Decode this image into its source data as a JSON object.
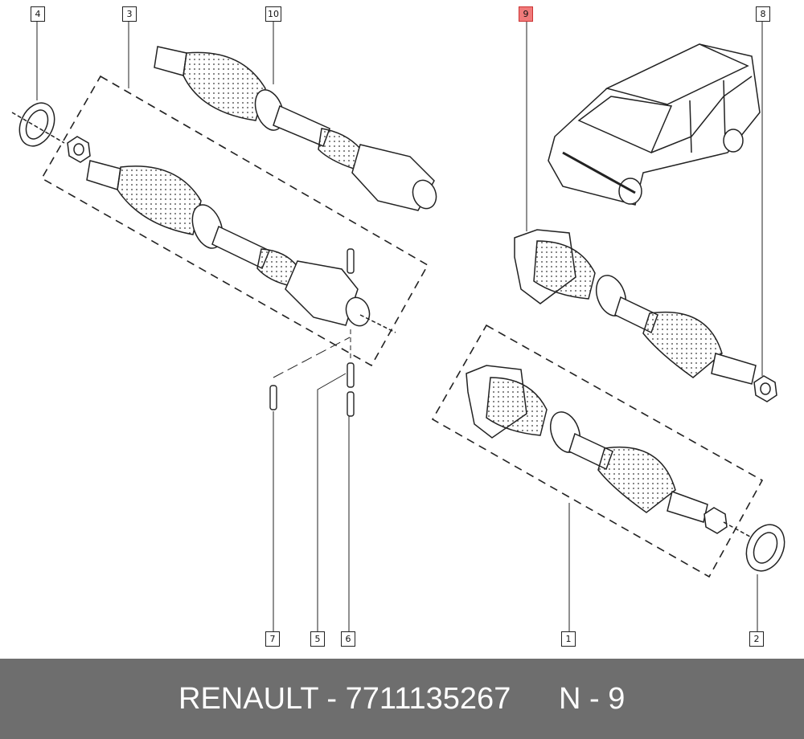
{
  "callouts": {
    "c1": "1",
    "c2": "2",
    "c3": "3",
    "c4": "4",
    "c5": "5",
    "c6": "6",
    "c7": "7",
    "c8": "8",
    "c9": "9",
    "c10": "10"
  },
  "highlight_color": "#f07a7a",
  "footer": {
    "brand_part": "RENAULT - 7711135267",
    "position": "N - 9",
    "background": "#6e6e6e"
  }
}
